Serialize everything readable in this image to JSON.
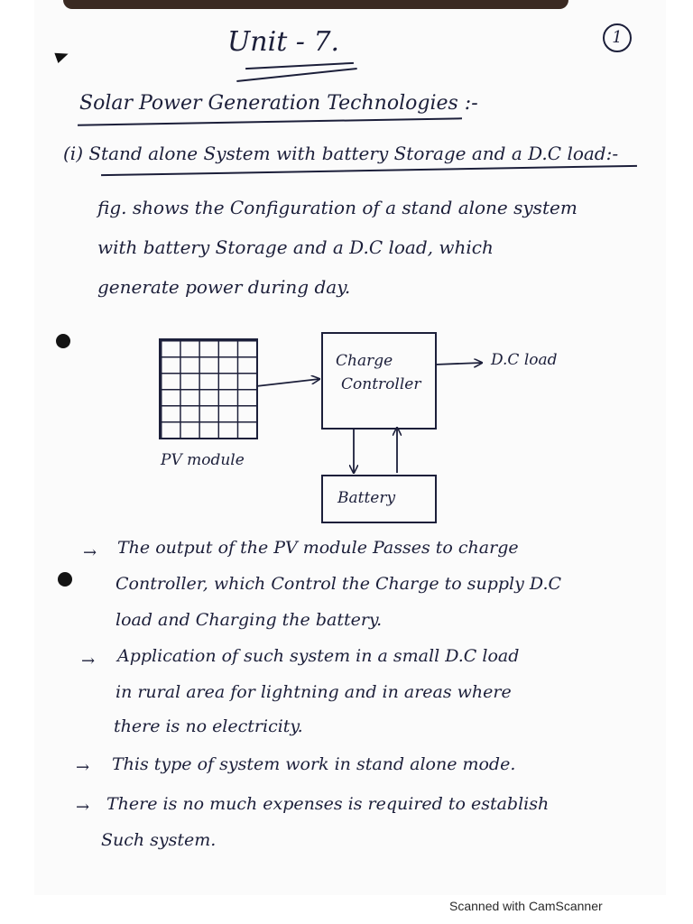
{
  "header": {
    "unit_title": "Unit - 7.",
    "page_number": "1"
  },
  "section": {
    "heading": "Solar Power Generation Technologies :-",
    "subheading": "(i) Stand alone System with battery Storage and a D.C load:-",
    "intro_lines": [
      "fig. shows the Configuration of a stand alone system",
      "with battery Storage and a D.C load, which",
      "generate power during day."
    ]
  },
  "diagram": {
    "pv_module_label": "PV module",
    "controller_label_line1": "Charge",
    "controller_label_line2": "Controller",
    "load_label": "D.C load",
    "battery_label": "Battery"
  },
  "bullets": [
    {
      "marker": "→",
      "lines": [
        "The output of the PV module Passes to charge",
        "Controller, which Control the Charge to supply D.C",
        "load and Charging the battery."
      ]
    },
    {
      "marker": "→",
      "lines": [
        "Application of such system in a small D.C load",
        "in rural area for lightning and in areas where",
        "there is no electricity."
      ]
    },
    {
      "marker": "→",
      "lines": [
        "This type of system work in stand alone mode."
      ]
    },
    {
      "marker": "→",
      "lines": [
        "There is no much expenses is required to establish",
        "Such system."
      ]
    }
  ],
  "footer": {
    "scanner_note": "Scanned with CamScanner"
  }
}
